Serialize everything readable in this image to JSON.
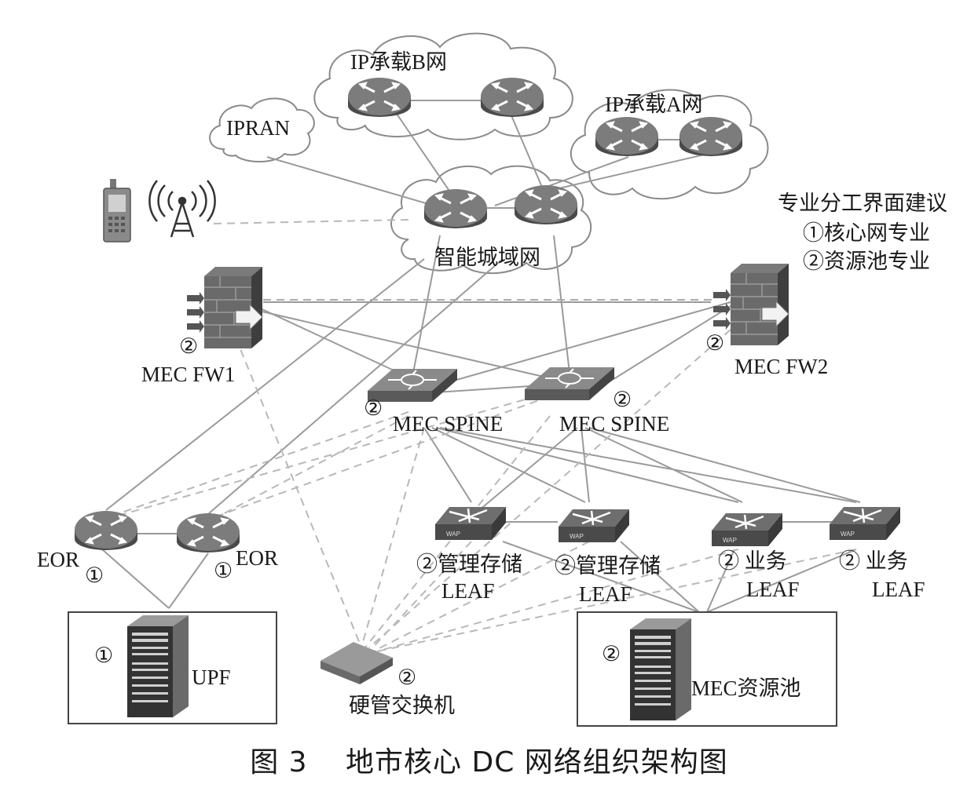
{
  "clouds": {
    "ip_b": "IP承载B网",
    "ip_a": "IP承载A网",
    "ipran": "IPRAN",
    "metro": "智能城域网"
  },
  "legend": {
    "title": "专业分工界面建议",
    "item1": "①核心网专业",
    "item2": "②资源池专业"
  },
  "nodes": {
    "fw1_label": "MEC FW1",
    "fw1_mark": "②",
    "fw2_label": "MEC FW2",
    "fw2_mark": "②",
    "spine1_label": "MEC SPINE",
    "spine1_mark": "②",
    "spine2_label": "MEC SPINE",
    "spine2_mark": "②",
    "eor1_label": "EOR",
    "eor1_mark": "①",
    "eor2_label": "EOR",
    "eor2_mark": "①",
    "leaf1_line1": "②管理存储",
    "leaf1_line2": "LEAF",
    "leaf2_line1": "②管理存储",
    "leaf2_line2": "LEAF",
    "leaf3_line1": "② 业务",
    "leaf3_line2": "LEAF",
    "leaf4_line1": "② 业务",
    "leaf4_line2": "LEAF",
    "upf_label": "UPF",
    "upf_mark": "①",
    "hw_label": "硬管交换机",
    "hw_mark": "②",
    "pool_label": "MEC资源池",
    "pool_mark": "②"
  },
  "caption": {
    "number": "图 3",
    "title": "地市核心 DC 网络组织架构图"
  },
  "colors": {
    "line": "#9a9a9a",
    "cloud_stroke": "#8a8a8a",
    "device_dark": "#555555",
    "device_mid": "#7a7a7a",
    "device_light": "#c8c8c8"
  }
}
